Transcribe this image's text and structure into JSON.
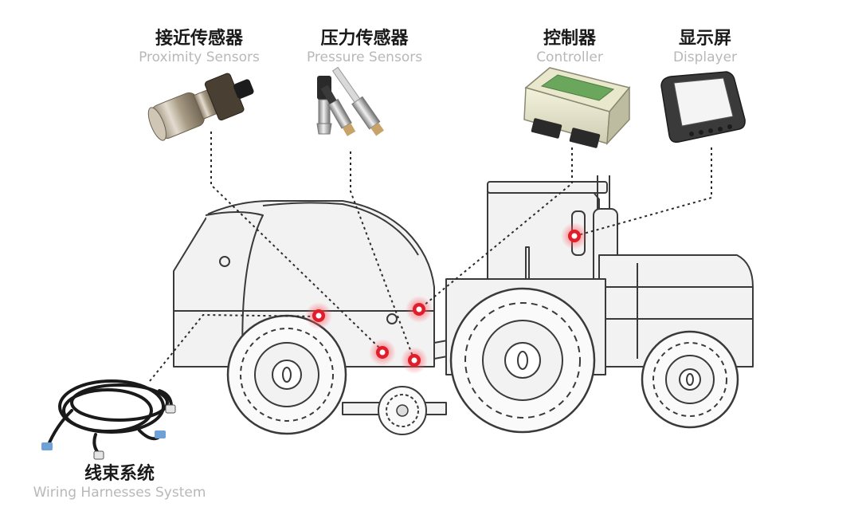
{
  "labels": {
    "proximity": {
      "zh": "接近传感器",
      "en": "Proximity Sensors"
    },
    "pressure": {
      "zh": "压力传感器",
      "en": "Pressure Sensors"
    },
    "controller": {
      "zh": "控制器",
      "en": "Controller"
    },
    "display": {
      "zh": "显示屏",
      "en": "Displayer"
    },
    "wiring": {
      "zh": "线束系统",
      "en": "Wiring Harnesses System"
    }
  },
  "colors": {
    "marker": "#e01e2a",
    "outline": "#3a3a3a",
    "fill": "#f2f2f2",
    "dash": "#2b2b2b"
  }
}
